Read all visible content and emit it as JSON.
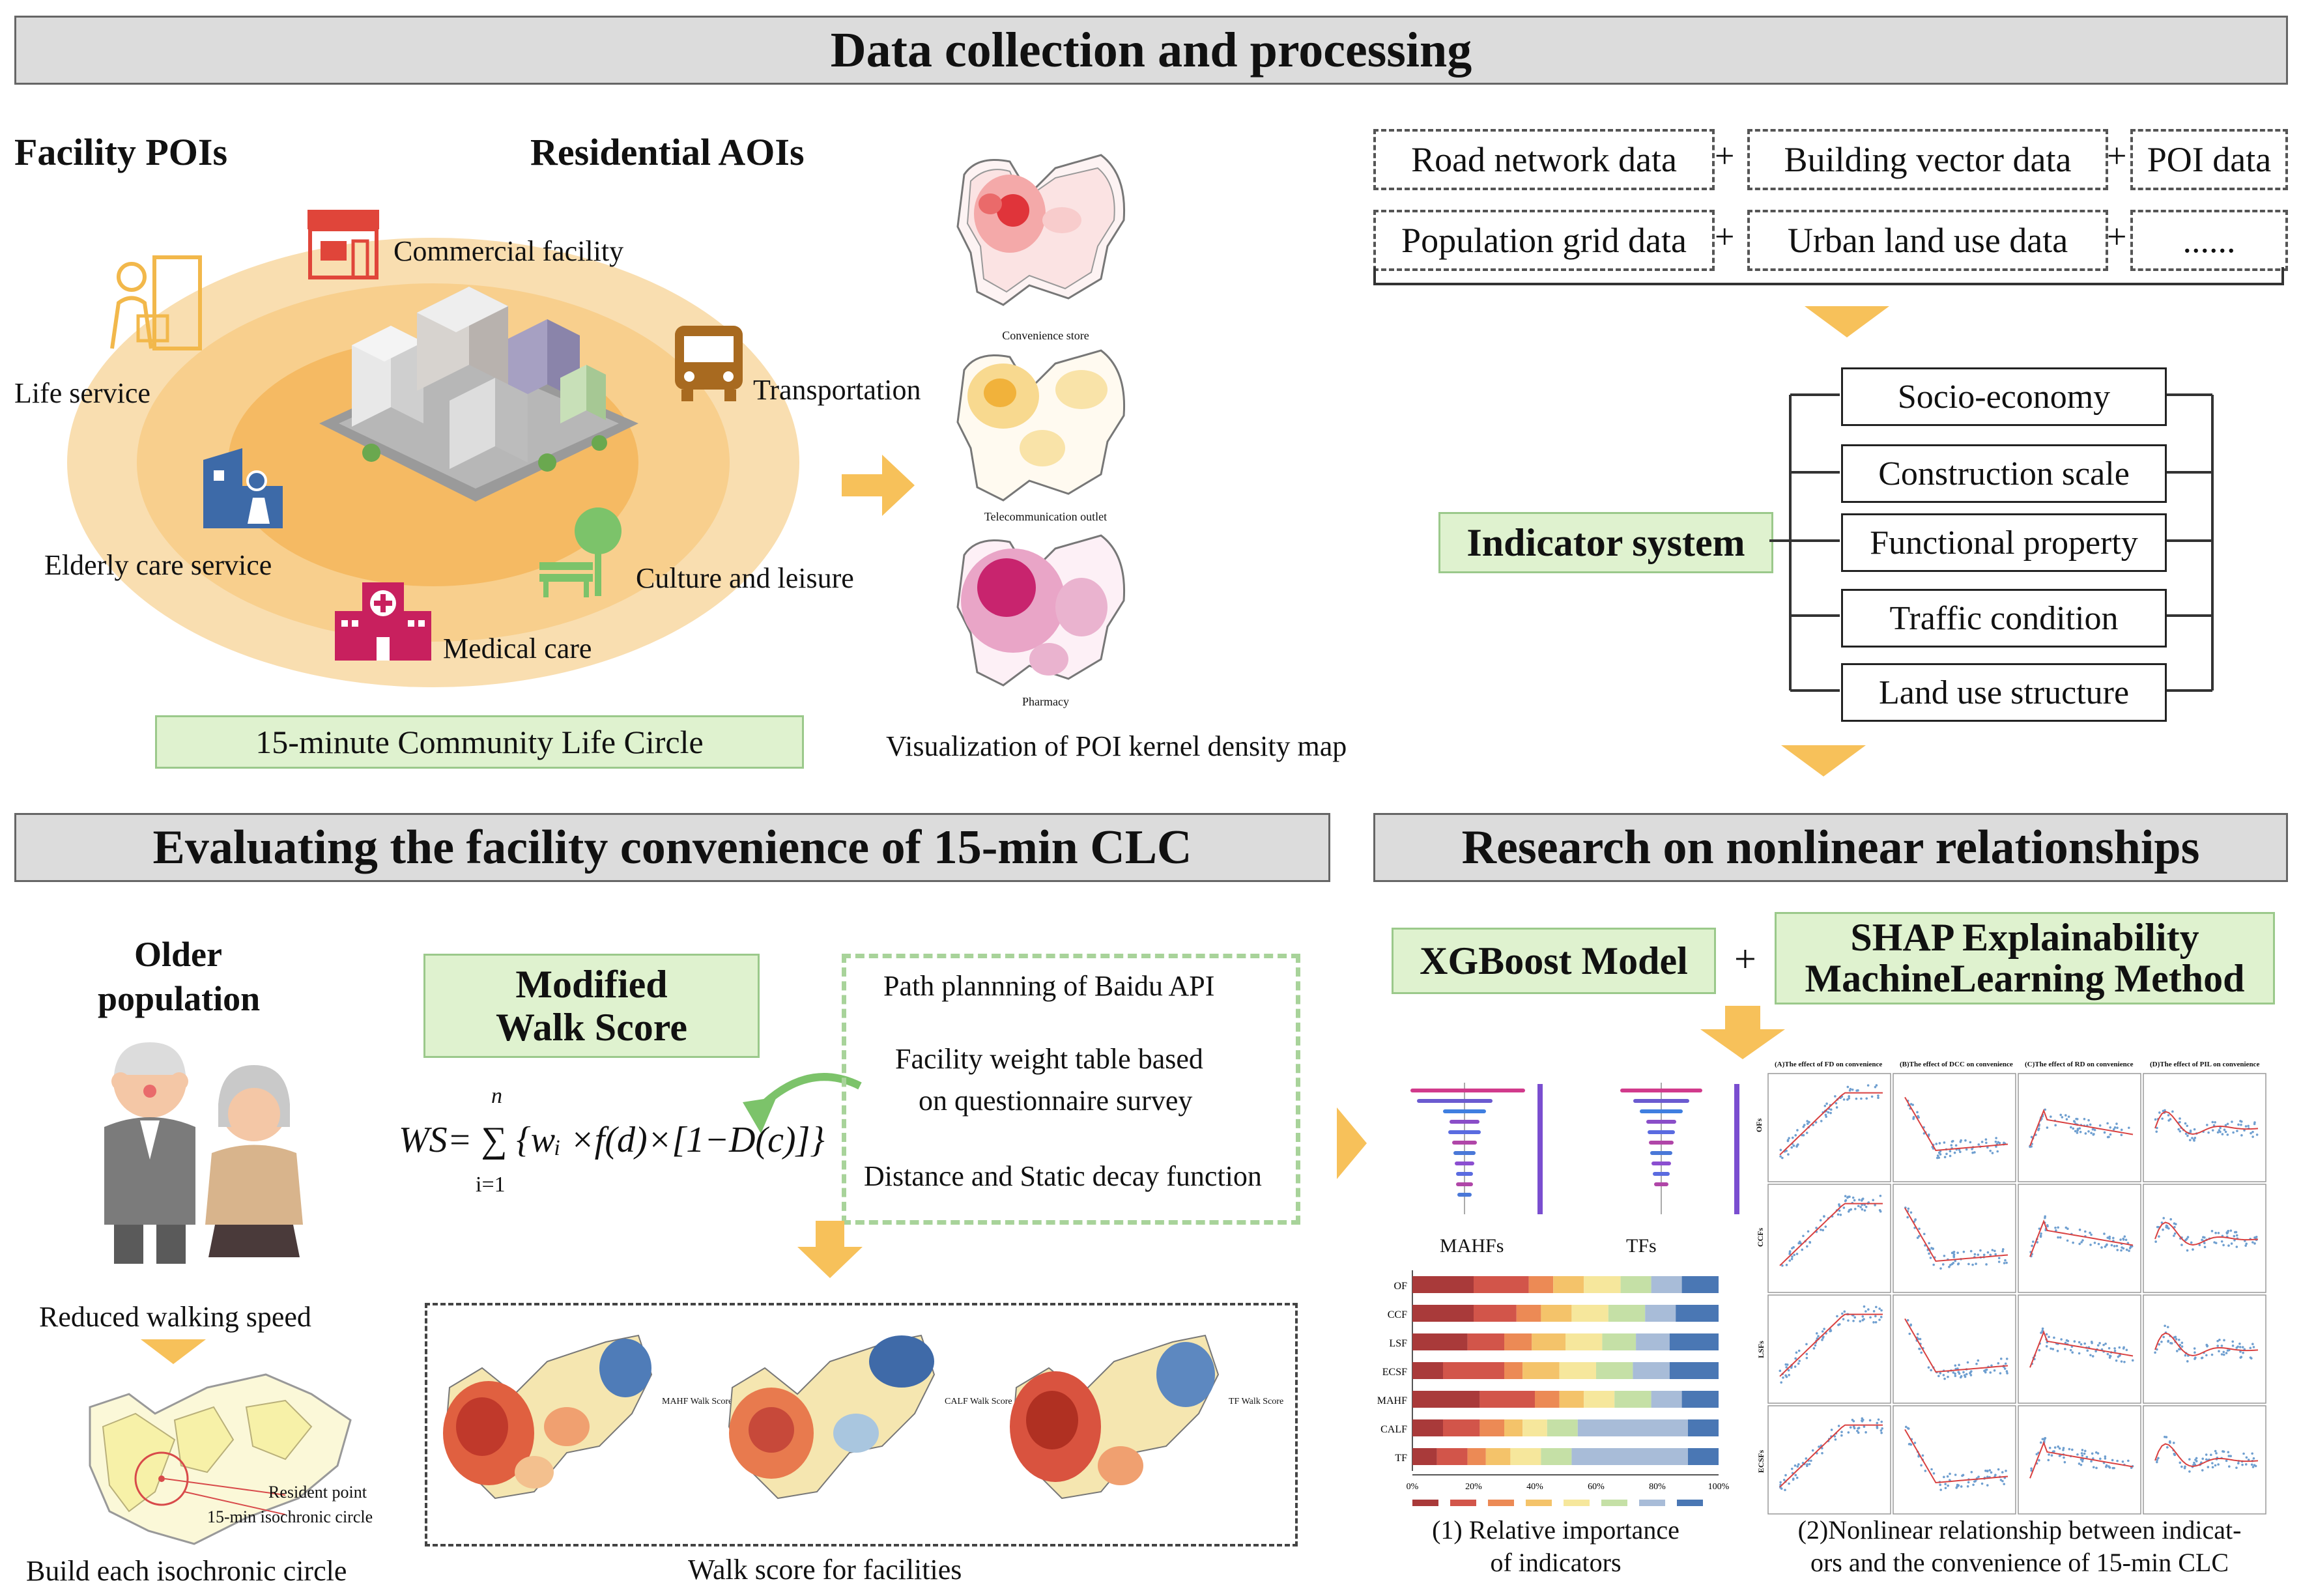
{
  "sections": {
    "top_title": "Data collection and processing",
    "bottom_left_title": "Evaluating the facility convenience of  15-min CLC",
    "bottom_right_title": "Research on nonlinear relationships"
  },
  "life_circle": {
    "heading_left": "Facility POIs",
    "heading_right": "Residential AOIs",
    "facilities": {
      "commercial": "Commercial facility",
      "life_service": "Life service",
      "transportation": "Transportation",
      "elderly_care": "Elderly care service",
      "culture": "Culture and leisure",
      "medical": "Medical care"
    },
    "box_label": "15-minute Community Life Circle"
  },
  "kernel_density": {
    "maps": [
      "Convenience store",
      "Telecommunication outlet",
      "Pharmacy"
    ],
    "caption": "Visualization of POI kernel density map"
  },
  "data_sources": {
    "row1": [
      "Road network data",
      "Building vector data",
      "POI data"
    ],
    "row2": [
      "Population grid data",
      "Urban land use data",
      "......"
    ],
    "plus": "+"
  },
  "indicator_system": {
    "label": "Indicator system",
    "items": [
      "Socio-economy",
      "Construction scale",
      "Functional property",
      "Traffic condition",
      "Land use structure"
    ]
  },
  "older_population": {
    "title_line1": "Older",
    "title_line2": "population",
    "reduced_speed": "Reduced walking speed",
    "resident_point": "Resident  point",
    "isochronic_circle": "15-min isochronic circle",
    "build_caption": "Build each isochronic circle"
  },
  "walk_score": {
    "title_line1": "Modified",
    "title_line2": "Walk Score",
    "formula": "WS= ∑ {wᵢ ×f(d)×[1−D(c)]}",
    "formula_upper": "n",
    "formula_lower": "i=1",
    "method_items": [
      "Path plannning of Baidu API",
      "Facility weight table based",
      "on questionnaire survey",
      "Distance and Static decay function"
    ],
    "maps_caption": "Walk score for facilities",
    "map_legends": [
      "MAHF Walk Score",
      "CALF Walk Score",
      "TF Walk Score"
    ]
  },
  "model": {
    "xgboost": "XGBoost Model",
    "shap_line1": "SHAP Explainability",
    "shap_line2": "MachineLearning Method",
    "plus": "+",
    "shap_labels": [
      "MAHFs",
      "TFs"
    ],
    "caption1_line1": "(1) Relative importance",
    "caption1_line2": "of indicators",
    "caption2_line1": "(2)Nonlinear relationship between indicat-",
    "caption2_line2": "ors and the convenience of 15-min CLC",
    "panel_titles": [
      "(A)The effect of FD on convenience",
      "(B)The effect of DCC on convenience",
      "(C)The effect of RD on convenience",
      "(D)The effect of PIL on convenience"
    ],
    "row_labels": [
      "OFs",
      "CCFs",
      "LSFs",
      "ECSFs"
    ]
  },
  "chart_data": {
    "type": "bar",
    "categories": [
      "OF",
      "CCF",
      "LSF",
      "ECSF",
      "MAHF",
      "CALF",
      "TF"
    ],
    "xticks": [
      "0%",
      "20%",
      "40%",
      "60%",
      "80%",
      "100%"
    ],
    "stacked": true,
    "series": [
      {
        "values": [
          0.2,
          0.2,
          0.18,
          0.1,
          0.22,
          0.1,
          0.08
        ]
      },
      {
        "values": [
          0.18,
          0.14,
          0.12,
          0.2,
          0.18,
          0.12,
          0.1
        ]
      },
      {
        "values": [
          0.08,
          0.08,
          0.09,
          0.06,
          0.08,
          0.08,
          0.06
        ]
      },
      {
        "values": [
          0.1,
          0.1,
          0.11,
          0.12,
          0.08,
          0.06,
          0.08
        ]
      },
      {
        "values": [
          0.12,
          0.12,
          0.12,
          0.12,
          0.1,
          0.08,
          0.1
        ]
      },
      {
        "values": [
          0.1,
          0.12,
          0.11,
          0.12,
          0.12,
          0.1,
          0.1
        ]
      },
      {
        "values": [
          0.1,
          0.1,
          0.11,
          0.12,
          0.1,
          0.36,
          0.38
        ]
      },
      {
        "values": [
          0.12,
          0.14,
          0.16,
          0.16,
          0.12,
          0.1,
          0.1
        ]
      }
    ],
    "colors": [
      "#a93a3a",
      "#d2554a",
      "#ec8a55",
      "#f4c36a",
      "#f6e79c",
      "#c5e0a6",
      "#a8bcd8",
      "#4a77b4"
    ]
  }
}
